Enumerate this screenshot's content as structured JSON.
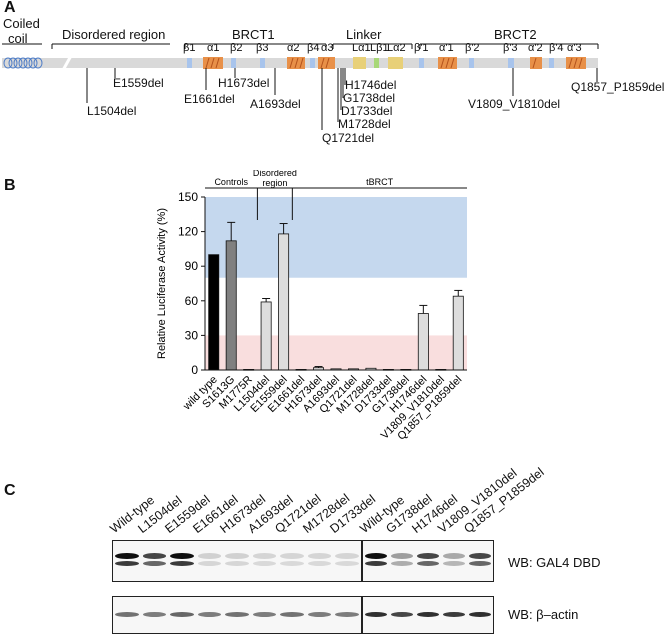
{
  "panel_a": {
    "letter": "A",
    "domains": {
      "coiled_coil": "Coiled\ncoil",
      "coiled_line1": "Coiled",
      "coiled_line2": "coil",
      "disordered": "Disordered region",
      "brct1": "BRCT1",
      "linker": "Linker",
      "brct2": "BRCT2"
    },
    "brct1_elements": [
      "β1",
      "α1",
      "β2",
      "β3",
      "α2",
      "β4",
      "α3"
    ],
    "linker_elements": [
      "Lα1",
      "Lβ1",
      "Lα2"
    ],
    "brct2_elements": [
      "β'1",
      "α'1",
      "β'2",
      "β'3",
      "α'2",
      "β'4",
      "α'3"
    ],
    "mutations": [
      "L1504del",
      "E1559del",
      "E1661del",
      "H1673del",
      "A1693del",
      "Q1721del",
      "M1728del",
      "D1733del",
      "G1738del",
      "H1746del",
      "V1809_V1810del",
      "Q1857_P1859del"
    ]
  },
  "panel_b": {
    "letter": "B",
    "chart_data": {
      "type": "bar",
      "ylabel": "Relative Luciferase Activity (%)",
      "ylim": [
        0,
        150
      ],
      "yticks": [
        0,
        30,
        60,
        90,
        120,
        150
      ],
      "groups": [
        "Controls",
        "Disordered\nregion",
        "tBRCT"
      ],
      "group_disordered_line1": "Disordered",
      "group_disordered_line2": "region",
      "categories": [
        "wild type",
        "S1613G",
        "M1775R",
        "L1504del",
        "E1559del",
        "E1661del",
        "H1673del",
        "A1693del",
        "Q1721del",
        "M1728del",
        "D1733del",
        "G1738del",
        "H1746del",
        "V1809_V1810del",
        "Q1857_P1859del"
      ],
      "values": [
        100,
        112,
        0.5,
        59,
        118,
        0.5,
        2,
        1,
        1,
        1.5,
        0.5,
        0.5,
        49,
        0.5,
        64
      ],
      "errors": [
        0,
        16,
        0,
        3,
        9,
        0,
        1,
        0,
        0,
        0,
        0,
        0,
        7,
        0,
        5
      ],
      "bar_colors": [
        "#000000",
        "#808080",
        "#dddddd",
        "#dddddd",
        "#dddddd",
        "#dddddd",
        "#dddddd",
        "#dddddd",
        "#dddddd",
        "#dddddd",
        "#dddddd",
        "#dddddd",
        "#dddddd",
        "#dddddd",
        "#dddddd"
      ],
      "shade_bands": [
        {
          "from": 80,
          "to": 150,
          "color": "#c5d8ee"
        },
        {
          "from": 0,
          "to": 30,
          "color": "#f9dede"
        }
      ]
    }
  },
  "panel_c": {
    "letter": "C",
    "left_lanes": [
      "Wild-type",
      "L1504del",
      "E1559del",
      "E1661del",
      "H1673del",
      "A1693del",
      "Q1721del",
      "M1728del",
      "D1733del"
    ],
    "right_lanes": [
      "Wild-type",
      "G1738del",
      "H1746del",
      "V1809_V1810del",
      "Q1857_P1859del"
    ],
    "wb_top": "WB: GAL4 DBD",
    "wb_bottom": "WB: β–actin"
  }
}
